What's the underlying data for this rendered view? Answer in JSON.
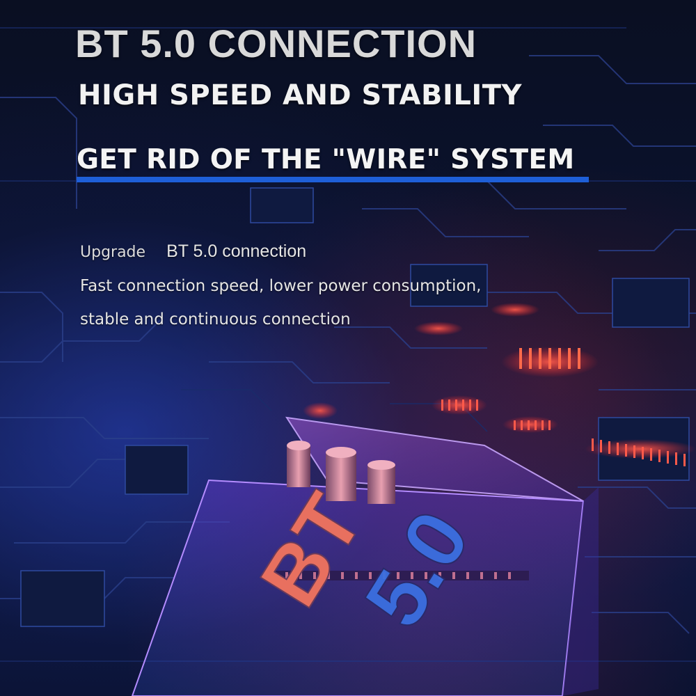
{
  "headline": "BT 5.0 CONNECTION",
  "subheadline": "HIGH SPEED AND STABILITY",
  "tagline": "GET RID OF THE \"WIRE\" SYSTEM",
  "description": {
    "label": "Upgrade",
    "value": "BT 5.0 connection",
    "line2": "Fast connection speed, lower power consumption,",
    "line3": "stable and continuous connection"
  },
  "chip": {
    "label_bt": "BT",
    "label_version": "5.0"
  },
  "colors": {
    "accent_underline": "#1e5fd8",
    "chip_glow": "#9c4fd8",
    "bt_letters": "#e8705f",
    "version_letters": "#3b6fe0",
    "led_red": "#ff3b3b"
  }
}
